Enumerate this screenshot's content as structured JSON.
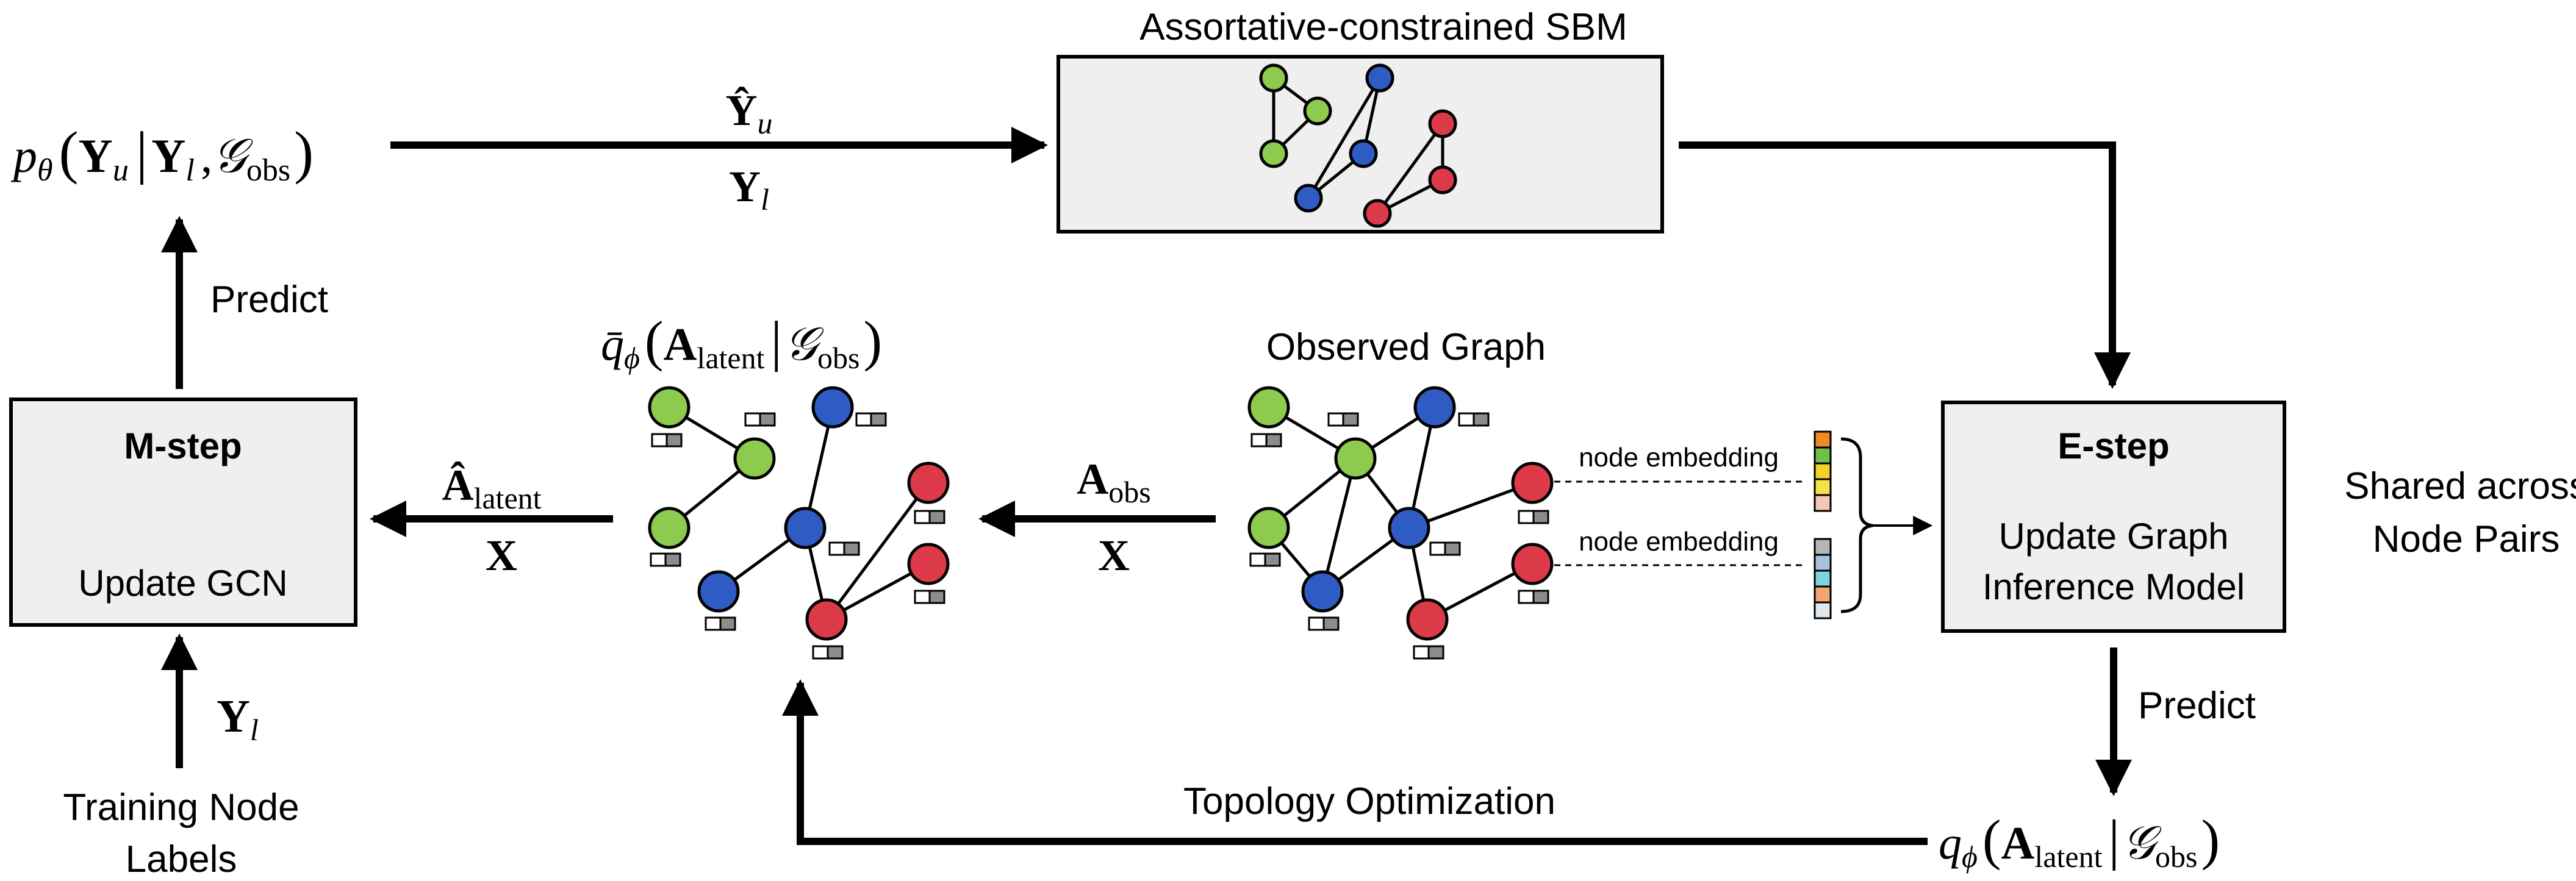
{
  "colors": {
    "green": "#8ccb4e",
    "blue": "#2f5cc4",
    "red": "#dc3a48",
    "box_fill": "#efefef",
    "stroke": "#000000",
    "feature_gray": "#8c8c8c"
  },
  "sbm": {
    "title": "Assortative-constrained SBM"
  },
  "top_arrow": {
    "upper_label": "Ŷ",
    "upper_sub": "u",
    "lower_label": "Y",
    "lower_sub": "l"
  },
  "p_theta": {
    "func": "p",
    "func_sub": "θ",
    "y": "Y",
    "y_sub": "u",
    "cond_y": "Y",
    "cond_sub": "l",
    "graph": "𝒢",
    "graph_sub": "obs"
  },
  "predict_left": {
    "label": "Predict"
  },
  "m_step": {
    "title": "M-step",
    "subtitle": "Update GCN"
  },
  "training": {
    "y": "Y",
    "y_sub": "l",
    "line1": "Training Node",
    "line2": "Labels"
  },
  "a_latent_arrow": {
    "upper": "Â",
    "upper_sub": "latent",
    "lower": "X"
  },
  "q_bar": {
    "func": "q̄",
    "func_sub": "ϕ",
    "a": "A",
    "a_sub": "latent",
    "graph": "𝒢",
    "graph_sub": "obs"
  },
  "a_obs_arrow": {
    "upper": "A",
    "upper_sub": "obs",
    "lower": "X"
  },
  "observed": {
    "title": "Observed Graph"
  },
  "node_embedding": {
    "label_top": "node embedding",
    "label_bottom": "node embedding"
  },
  "e_step": {
    "title": "E-step",
    "line1": "Update Graph",
    "line2": "Inference Model"
  },
  "shared": {
    "line1": "Shared across",
    "line2": "Node Pairs"
  },
  "predict_right": {
    "label": "Predict"
  },
  "q_phi": {
    "func": "q",
    "func_sub": "ϕ",
    "a": "A",
    "a_sub": "latent",
    "graph": "𝒢",
    "graph_sub": "obs"
  },
  "topology": {
    "label": "Topology Optimization"
  }
}
